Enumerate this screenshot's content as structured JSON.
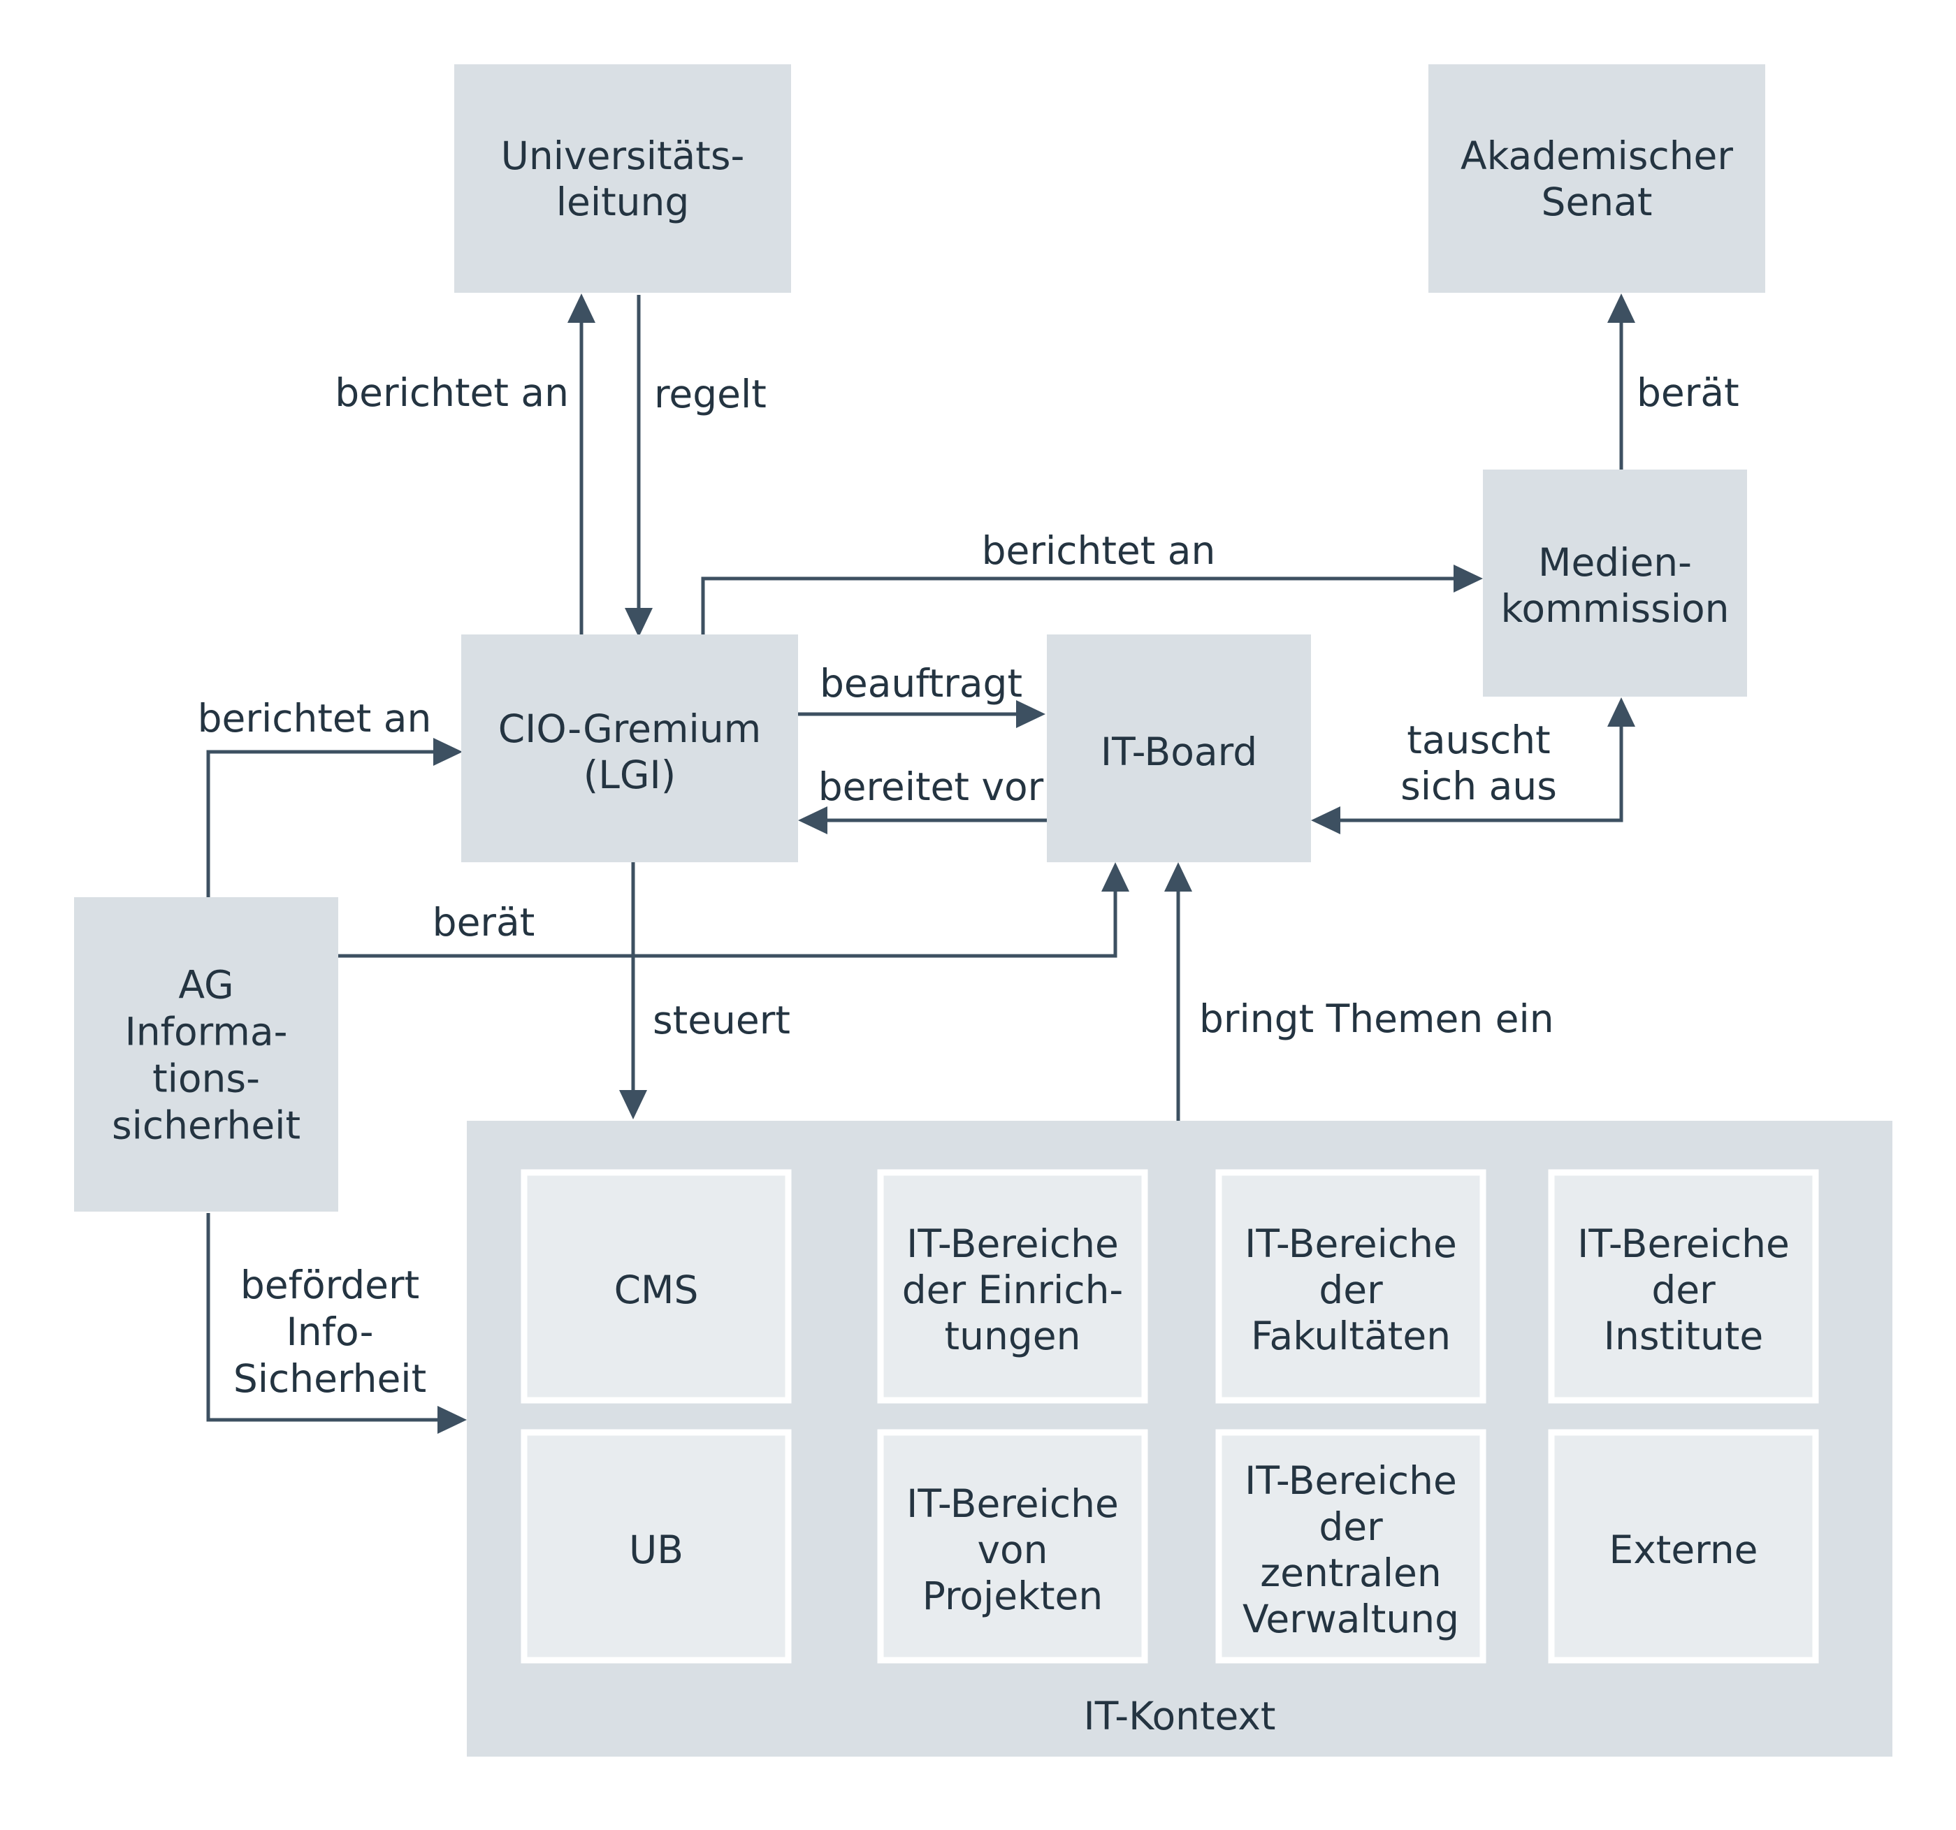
{
  "nodes": {
    "universitaetsleitung": [
      "Universitäts-",
      "leitung"
    ],
    "akademischer_senat": [
      "Akademischer",
      "Senat"
    ],
    "medienkommission": [
      "Medien-",
      "kommission"
    ],
    "cio_gremium": [
      "CIO-Gremium",
      "(LGI)"
    ],
    "it_board": [
      "IT-Board"
    ],
    "ag_informationssicherheit": [
      "AG",
      "Informa-",
      "tions-",
      "sicherheit"
    ],
    "it_kontext": [
      "IT-Kontext"
    ],
    "cms": [
      "CMS"
    ],
    "it_einrichtungen": [
      "IT-Bereiche",
      "der Einrich-",
      "tungen"
    ],
    "it_fakultaeten": [
      "IT-Bereiche",
      "der",
      "Fakultäten"
    ],
    "it_institute": [
      "IT-Bereiche",
      "der",
      "Institute"
    ],
    "ub": [
      "UB"
    ],
    "it_projekte": [
      "IT-Bereiche",
      "von",
      "Projekten"
    ],
    "it_zentrale_verwaltung": [
      "IT-Bereiche",
      "der",
      "zentralen",
      "Verwaltung"
    ],
    "externe": [
      "Externe"
    ]
  },
  "edges": {
    "cio_to_ul": [
      "berichtet an"
    ],
    "ul_to_cio": [
      "regelt"
    ],
    "mk_to_senat": [
      "berät"
    ],
    "cio_to_mk": [
      "berichtet an"
    ],
    "cio_to_board": [
      "beauftragt"
    ],
    "board_to_cio": [
      "bereitet vor"
    ],
    "board_mk": [
      "tauscht",
      "sich aus"
    ],
    "ag_to_cio": [
      "berichtet an"
    ],
    "ag_to_board": [
      "berät"
    ],
    "cio_to_kontext": [
      "steuert"
    ],
    "kontext_to_board": [
      "bringt Themen ein"
    ],
    "ag_to_kontext": [
      "befördert",
      "Info-",
      "Sicherheit"
    ]
  },
  "colors": {
    "box": "#d9dfe4",
    "inner_box": "#e8ecef",
    "line": "#3d5061",
    "text": "#243441"
  }
}
